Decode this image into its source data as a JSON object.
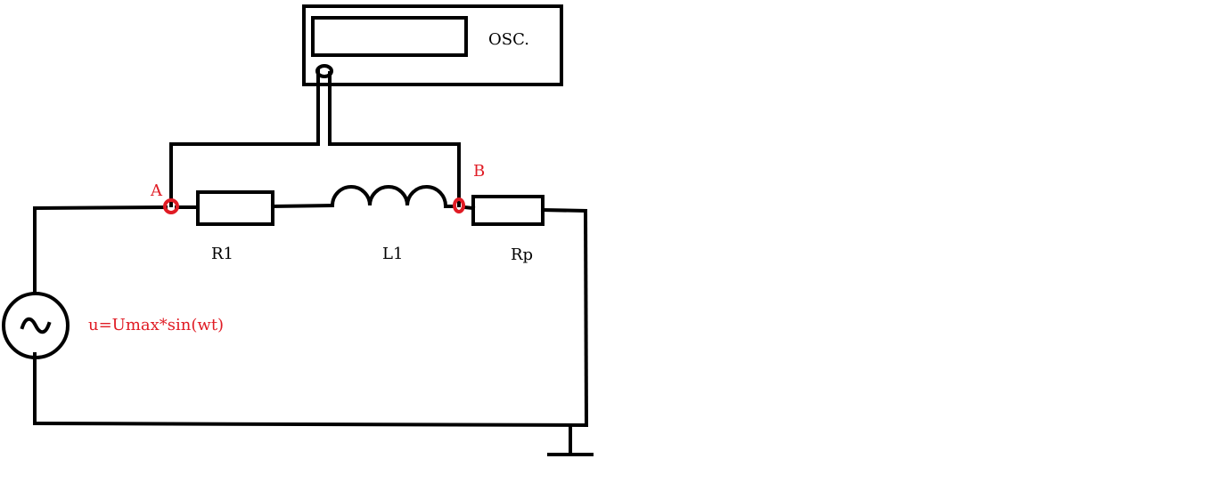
{
  "colors": {
    "line": "#000000",
    "accent": "#e01b24",
    "background": "#ffffff"
  },
  "oscilloscope": {
    "label": "OSC."
  },
  "components": {
    "r1": {
      "label": "R1"
    },
    "l1": {
      "label": "L1"
    },
    "rp": {
      "label": "Rp"
    }
  },
  "nodes": {
    "a": {
      "label": "A"
    },
    "b": {
      "label": "B"
    }
  },
  "source": {
    "label": "u=Umax*sin(wt)"
  }
}
